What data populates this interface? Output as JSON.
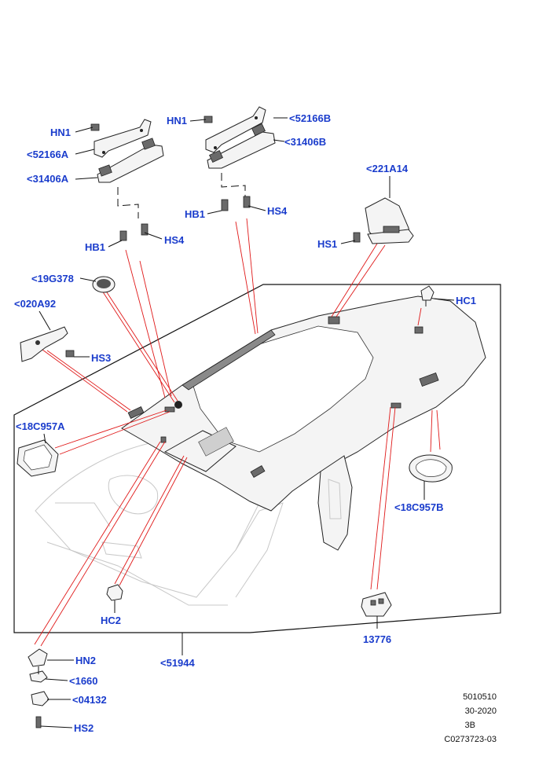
{
  "labels": {
    "hn1_left": "HN1",
    "p52166a": "<52166A",
    "p31406a": "<31406A",
    "hb1_left": "HB1",
    "hs4_left": "HS4",
    "hn1_mid": "HN1",
    "p52166b": "<52166B",
    "p31406b": "<31406B",
    "hb1_mid": "HB1",
    "hs4_mid": "HS4",
    "p221a14": "<221A14",
    "hs1": "HS1",
    "p19g378": "<19G378",
    "p020a92": "<020A92",
    "hs3": "HS3",
    "hc1": "HC1",
    "p18c957a": "<18C957A",
    "p18c957b": "<18C957B",
    "hc2": "HC2",
    "p13776": "13776",
    "p51944": "<51944",
    "hn2": "HN2",
    "p1660": "<1660",
    "p04132": "<04132",
    "hs2": "HS2"
  },
  "info_block": {
    "line1": "5010510",
    "line2": "30-2020",
    "line3": "3B",
    "line4": "C0273723-03"
  }
}
